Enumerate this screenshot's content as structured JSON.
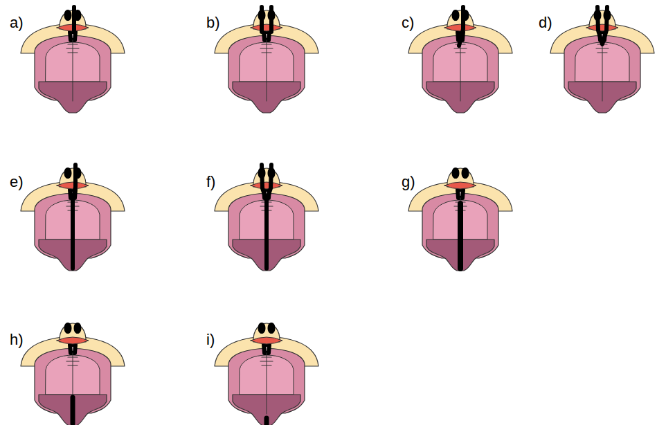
{
  "diagram": {
    "labels": [
      "a)",
      "b)",
      "c)",
      "d)",
      "e)",
      "f)",
      "g)",
      "h)",
      "i)"
    ]
  }
}
